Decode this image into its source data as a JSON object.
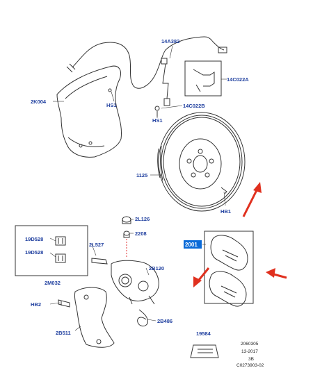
{
  "labels": {
    "abs_sensor": "14A382",
    "shield": "2K004",
    "shield_screw": "HS1",
    "bracket_kit": "14C022A",
    "sensor_bolt_ref": "14C022B",
    "sensor_bolt": "HS1",
    "disc": "1125",
    "disc_screw": "HB1",
    "bleed_screw": "2L126",
    "bleed_cap": "2208",
    "boot_upper": "19D528",
    "boot_lower": "19D528",
    "guide_pin": "2L527",
    "pin_kit": "2M032",
    "caliper": "2B120",
    "caliper_bolt": "HB2",
    "carrier": "2B511",
    "clip": "2B486",
    "pad_kit": "2001",
    "warning_tag": "19584"
  },
  "footer": {
    "ref_number": "2060305",
    "date": "13-2017",
    "page": "3B",
    "drawing_code": "C0273903-02"
  },
  "colors": {
    "label": "#1f3f9f",
    "highlight": "#0a6ad8",
    "arrow": "#e0301e",
    "brake_line": "#e03030"
  }
}
